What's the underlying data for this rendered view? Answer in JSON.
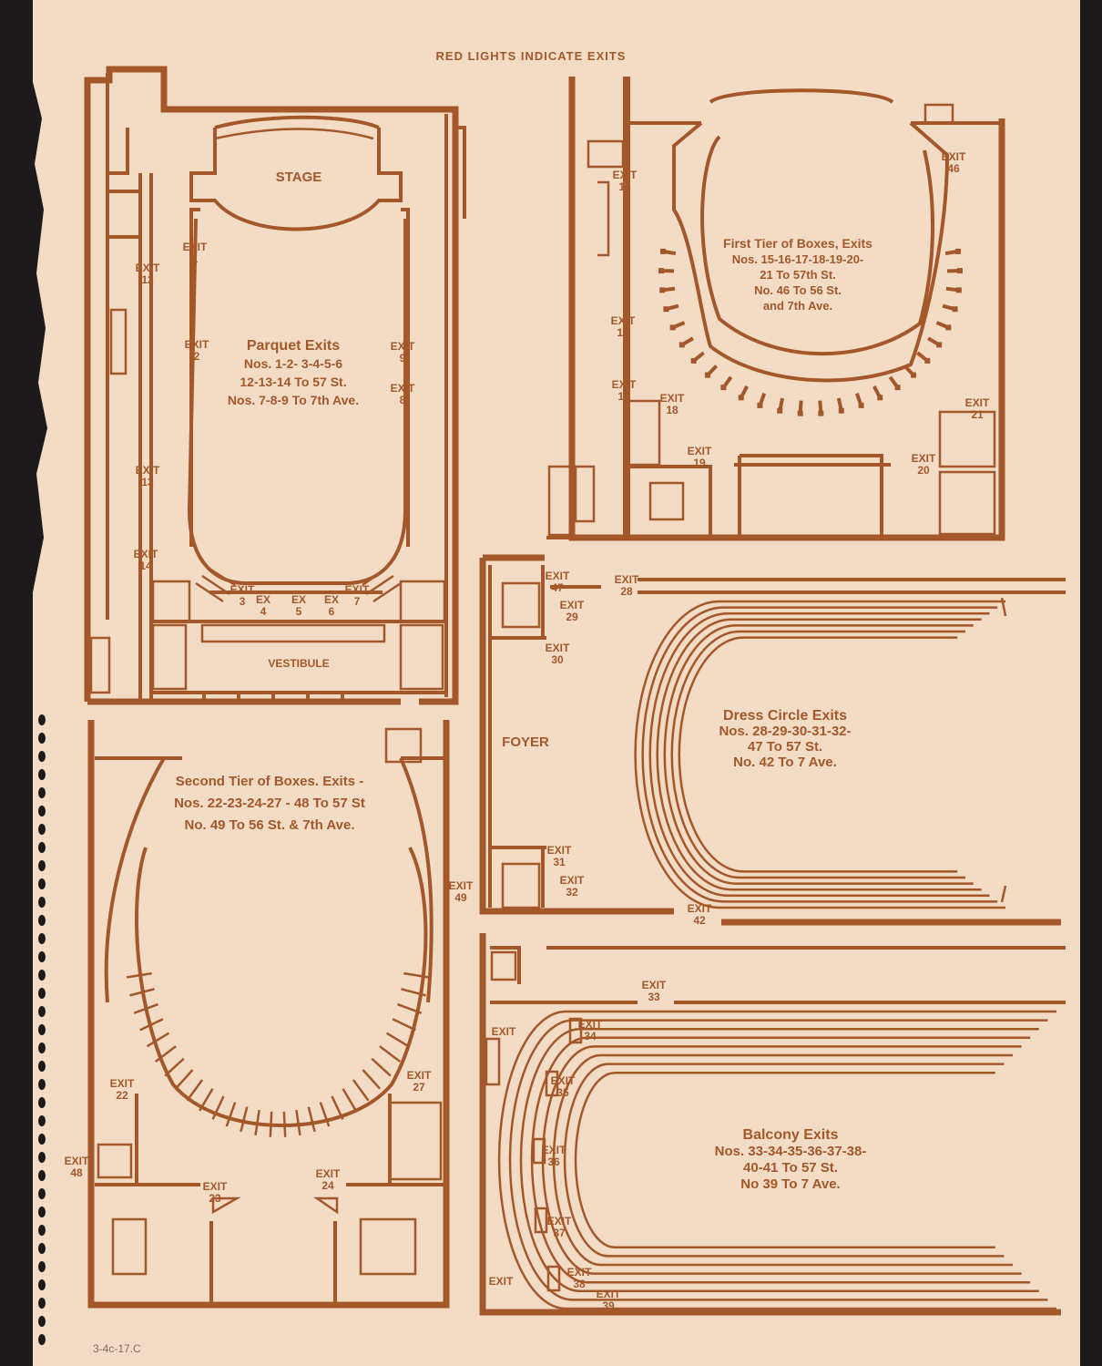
{
  "header": {
    "title": "RED LIGHTS INDICATE EXITS"
  },
  "colors": {
    "ink": "#a4582a",
    "paper": "#f2dcc6",
    "background": "#1c1a1a"
  },
  "parquet": {
    "stage": "STAGE",
    "vestibule": "VESTIBULE",
    "caption": [
      "Parquet Exits",
      "Nos. 1-2- 3-4-5-6",
      "12-13-14 To 57 St.",
      "Nos. 7-8-9 To 7th Ave."
    ],
    "exits": [
      {
        "id": "p-exit-1",
        "word": "EXIT",
        "num": "1"
      },
      {
        "id": "p-exit-2",
        "word": "EXIT",
        "num": "2"
      },
      {
        "id": "p-exit-12",
        "word": "EXIT",
        "num": "12"
      },
      {
        "id": "p-exit-13",
        "word": "EXIT",
        "num": "13"
      },
      {
        "id": "p-exit-14",
        "word": "EXIT",
        "num": "14"
      },
      {
        "id": "p-exit-9",
        "word": "EXIT",
        "num": "9"
      },
      {
        "id": "p-exit-8",
        "word": "EXIT",
        "num": "8"
      },
      {
        "id": "p-exit-3",
        "word": "EXIT",
        "num": "3"
      },
      {
        "id": "p-exit-4",
        "word": "EX",
        "num": "4"
      },
      {
        "id": "p-exit-5",
        "word": "EX",
        "num": "5"
      },
      {
        "id": "p-exit-6",
        "word": "EX",
        "num": "6"
      },
      {
        "id": "p-exit-7",
        "word": "EXIT",
        "num": "7"
      }
    ]
  },
  "first_tier": {
    "caption": [
      "First Tier of Boxes, Exits",
      "Nos. 15-16-17-18-19-20-",
      "21 To 57th St.",
      "No. 46 To 56 St.",
      "and 7th Ave."
    ],
    "exits": [
      {
        "id": "f-exit-15a",
        "word": "EXIT",
        "num": "15"
      },
      {
        "id": "f-exit-15b",
        "word": "EXIT",
        "num": "15"
      },
      {
        "id": "f-exit-17",
        "word": "EXIT",
        "num": "17"
      },
      {
        "id": "f-exit-18",
        "word": "EXIT",
        "num": "18"
      },
      {
        "id": "f-exit-19",
        "word": "EXIT",
        "num": "19"
      },
      {
        "id": "f-exit-46",
        "word": "EXIT",
        "num": "46"
      },
      {
        "id": "f-exit-21",
        "word": "EXIT",
        "num": "21"
      },
      {
        "id": "f-exit-20",
        "word": "EXIT",
        "num": "20"
      }
    ]
  },
  "second_tier": {
    "caption": [
      "Second Tier of Boxes. Exits -",
      "Nos. 22-23-24-27 - 48 To 57 St",
      "No. 49 To 56 St. & 7th Ave."
    ],
    "exits": [
      {
        "id": "s-exit-22",
        "word": "EXIT",
        "num": "22"
      },
      {
        "id": "s-exit-27",
        "word": "EXIT",
        "num": "27"
      },
      {
        "id": "s-exit-48",
        "word": "EXIT",
        "num": "48"
      },
      {
        "id": "s-exit-23",
        "word": "EXIT",
        "num": "23"
      },
      {
        "id": "s-exit-24",
        "word": "EXIT",
        "num": "24"
      },
      {
        "id": "s-exit-49",
        "word": "EXIT",
        "num": "49"
      }
    ]
  },
  "dress_circle": {
    "foyer": "FOYER",
    "caption": [
      "Dress Circle Exits",
      "Nos. 28-29-30-31-32-",
      "47 To 57 St.",
      "No. 42 To 7 Ave."
    ],
    "exits": [
      {
        "id": "d-exit-47",
        "word": "EXIT",
        "num": "47"
      },
      {
        "id": "d-exit-28",
        "word": "EXIT",
        "num": "28"
      },
      {
        "id": "d-exit-29",
        "word": "EXIT",
        "num": "29"
      },
      {
        "id": "d-exit-30",
        "word": "EXIT",
        "num": "30"
      },
      {
        "id": "d-exit-31",
        "word": "EXIT",
        "num": "31"
      },
      {
        "id": "d-exit-32",
        "word": "EXIT",
        "num": "32"
      },
      {
        "id": "d-exit-42",
        "word": "EXIT",
        "num": "42"
      }
    ]
  },
  "balcony": {
    "caption": [
      "Balcony Exits",
      "Nos. 33-34-35-36-37-38-",
      "40-41 To 57 St.",
      "No 39 To 7 Ave."
    ],
    "exits": [
      {
        "id": "b-exit-33",
        "word": "EXIT",
        "num": "33"
      },
      {
        "id": "b-exit-top",
        "word": "EXIT",
        "num": ""
      },
      {
        "id": "b-exit-34",
        "word": "EXIT",
        "num": "34"
      },
      {
        "id": "b-exit-35",
        "word": "EXIT",
        "num": "35"
      },
      {
        "id": "b-exit-36",
        "word": "EXIT",
        "num": "36"
      },
      {
        "id": "b-exit-37",
        "word": "EXIT",
        "num": "37"
      },
      {
        "id": "b-exit-38",
        "word": "EXIT",
        "num": "38"
      },
      {
        "id": "b-exit-39",
        "word": "EXIT",
        "num": "39"
      },
      {
        "id": "b-exit-bottom",
        "word": "EXIT",
        "num": ""
      }
    ]
  },
  "archive_note": "3-4c-17.C"
}
